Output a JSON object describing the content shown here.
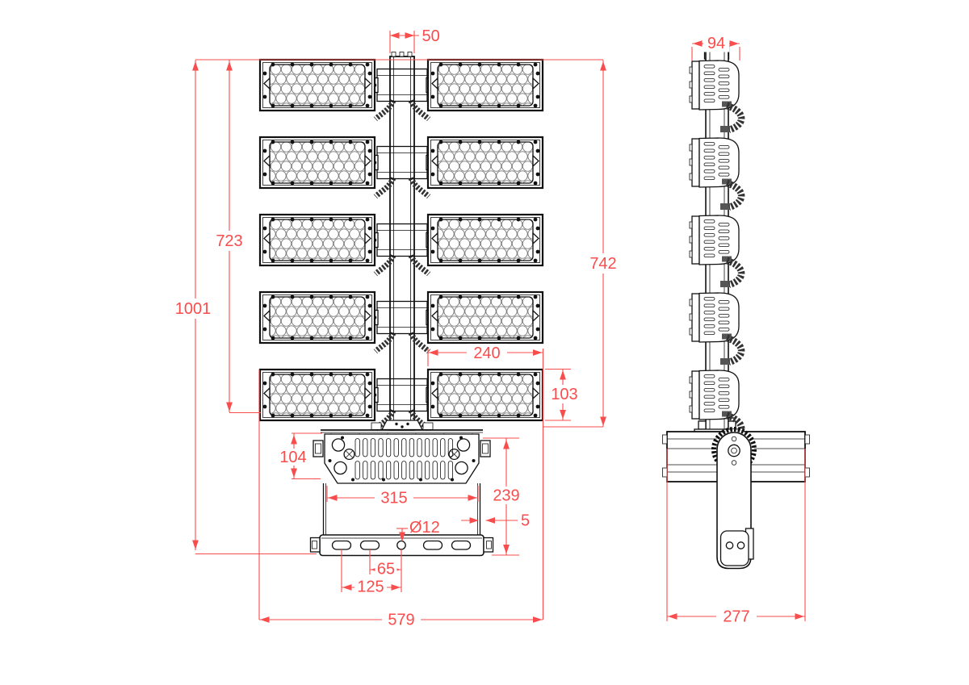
{
  "drawing": {
    "type": "technical-dimension-drawing",
    "subject": "LED high-mast flood light, front and side orthographic views",
    "colors": {
      "line": "#111111",
      "dimension": "#f94c4c",
      "background": "#ffffff"
    },
    "dimensions": {
      "pole_width": "50",
      "module_stack_height": "723",
      "total_height": "1001",
      "head_height": "742",
      "module_width": "240",
      "module_height": "103",
      "driver_plate_height": "104",
      "bracket_inner_width": "315",
      "bracket_height": "239",
      "plate_thickness": "5",
      "mount_hole_diameter": "Ø12",
      "hole_spacing_inner": "65",
      "hole_spacing_outer": "125",
      "total_width": "579",
      "module_depth": "94",
      "bracket_depth": "277"
    }
  }
}
